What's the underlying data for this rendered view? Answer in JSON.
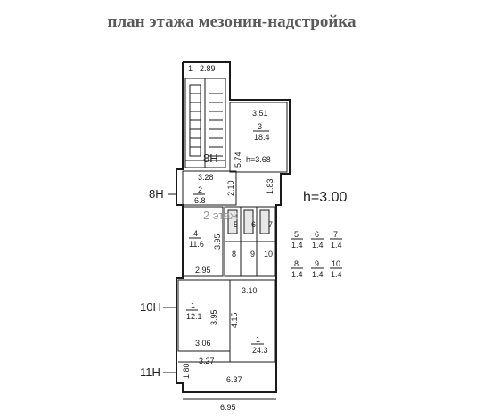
{
  "title": "план этажа мезонин-надстройка",
  "ceiling_height": "h=3.00",
  "stair_height": "h=3.68",
  "axis_labels": [
    "8Н",
    "10Н",
    "11Н"
  ],
  "stair_axis_label": "8Н",
  "faded_label": "2 этаж",
  "rooms": [
    {
      "num": "1",
      "area": "24.3"
    },
    {
      "num": "1",
      "area": "12.1"
    },
    {
      "num": "2",
      "area": "6.8"
    },
    {
      "num": "3",
      "area": "18.4"
    },
    {
      "num": "4",
      "area": "11.6"
    },
    {
      "num": "5",
      "area": "1.4"
    },
    {
      "num": "6",
      "area": "1.4"
    },
    {
      "num": "7",
      "area": "1.4"
    },
    {
      "num": "8",
      "area": "1.4"
    },
    {
      "num": "9",
      "area": "1.4"
    },
    {
      "num": "10",
      "area": "1.4"
    }
  ],
  "legend": [
    {
      "num": "5",
      "area": "1.4"
    },
    {
      "num": "6",
      "area": "1.4"
    },
    {
      "num": "7",
      "area": "1.4"
    },
    {
      "num": "8",
      "area": "1.4"
    },
    {
      "num": "9",
      "area": "1.4"
    },
    {
      "num": "10",
      "area": "1.4"
    }
  ],
  "dimensions": [
    "2.89",
    "3.51",
    "5.74",
    "1.83",
    "3.28",
    "2.10",
    "3.95",
    "2.95",
    "3.10",
    "3.95",
    "4.15",
    "3.06",
    "3.27",
    "1.80",
    "6.37",
    "6.95"
  ],
  "stair_label": "1"
}
